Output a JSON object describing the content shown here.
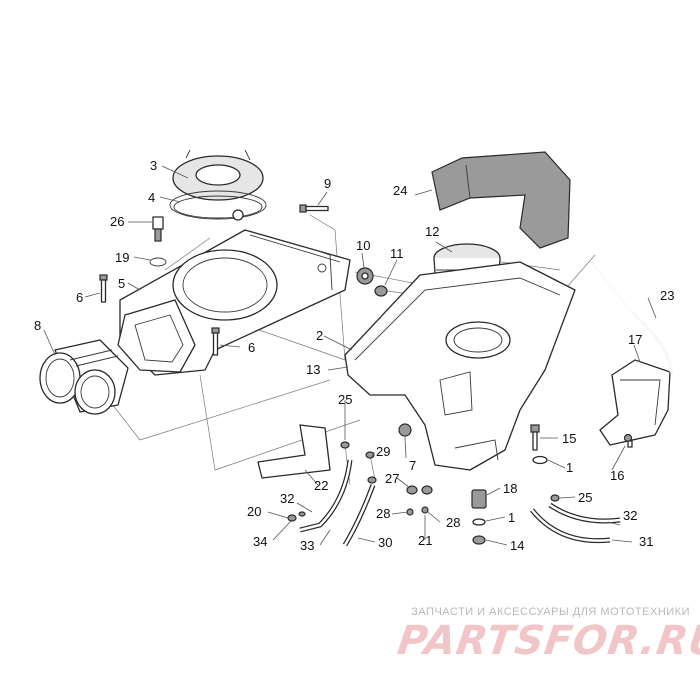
{
  "diagram": {
    "callouts": [
      "1",
      "2",
      "3",
      "4",
      "5",
      "6",
      "7",
      "8",
      "9",
      "10",
      "11",
      "12",
      "13",
      "14",
      "15",
      "16",
      "17",
      "18",
      "19",
      "20",
      "21",
      "22",
      "23",
      "24",
      "25",
      "26",
      "27",
      "28",
      "29",
      "30",
      "31",
      "32",
      "33",
      "34"
    ]
  },
  "branding": {
    "tagline": "ЗАПЧАСТИ И АКСЕССУАРЫ ДЛЯ МОТОТЕХНИКИ",
    "logo_text": "PARTSFOR.RU",
    "logo_color": "#f2c6c8",
    "tagline_color": "#b9b9b9"
  }
}
